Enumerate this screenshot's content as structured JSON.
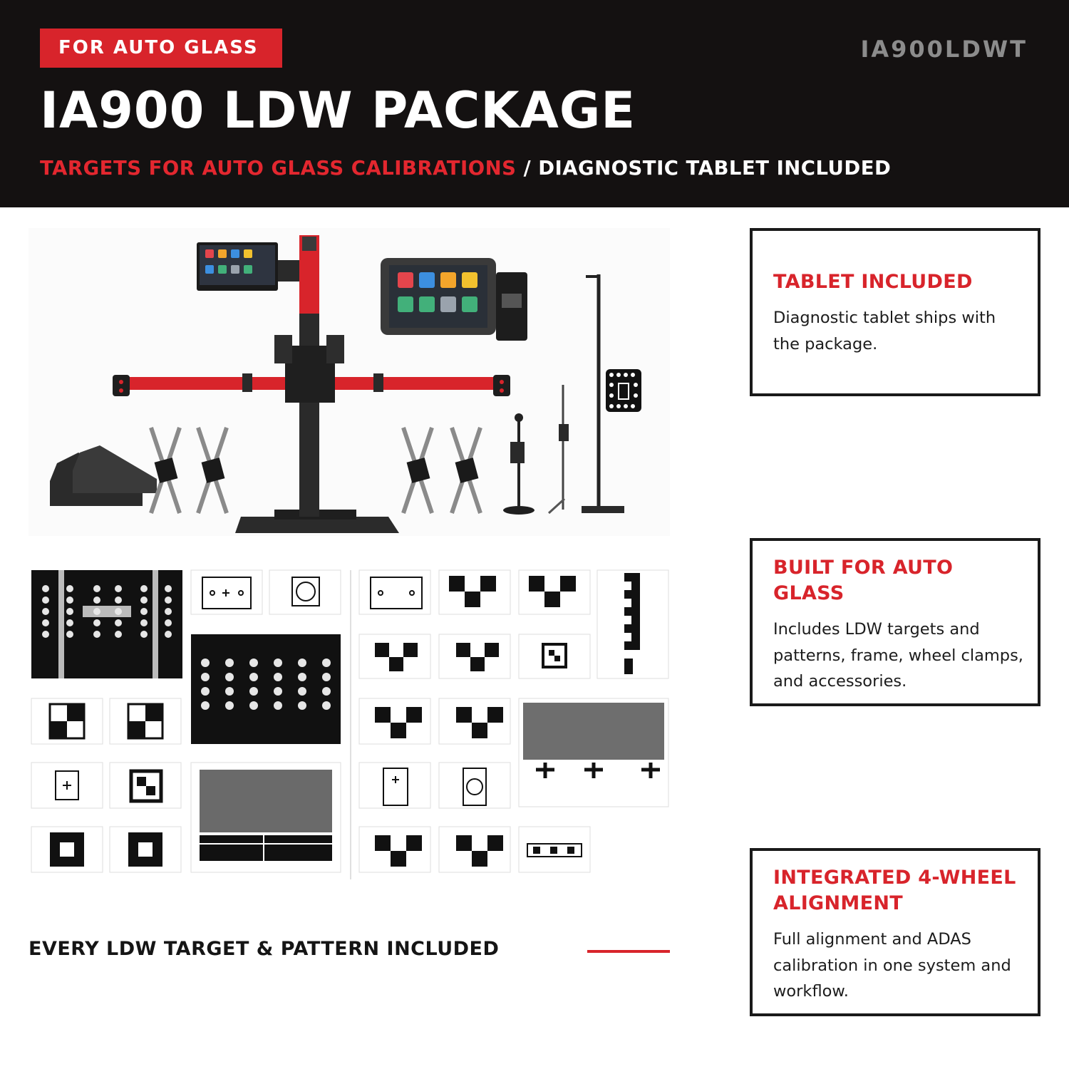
{
  "header": {
    "badge": "FOR AUTO GLASS",
    "sku": "IA900LDWT",
    "title": "IA900 LDW PACKAGE",
    "subtitle_red": "TARGETS FOR AUTO GLASS CALIBRATIONS",
    "subtitle_white": "/ DIAGNOSTIC TABLET INCLUDED"
  },
  "caption": "EVERY LDW TARGET & PATTERN INCLUDED",
  "features": [
    {
      "title": "TABLET INCLUDED",
      "body": "Diagnostic tablet ships with the package."
    },
    {
      "title": "BUILT FOR AUTO GLASS",
      "body": "Includes LDW targets and patterns, frame, wheel clamps, and accessories."
    },
    {
      "title": "INTEGRATED 4-WHEEL ALIGNMENT",
      "body": "Full alignment and ADAS calibration in one system and workflow."
    }
  ],
  "colors": {
    "brand_red": "#d8242b",
    "header_bg": "#141111",
    "sku_gray": "#8c8c8c"
  }
}
